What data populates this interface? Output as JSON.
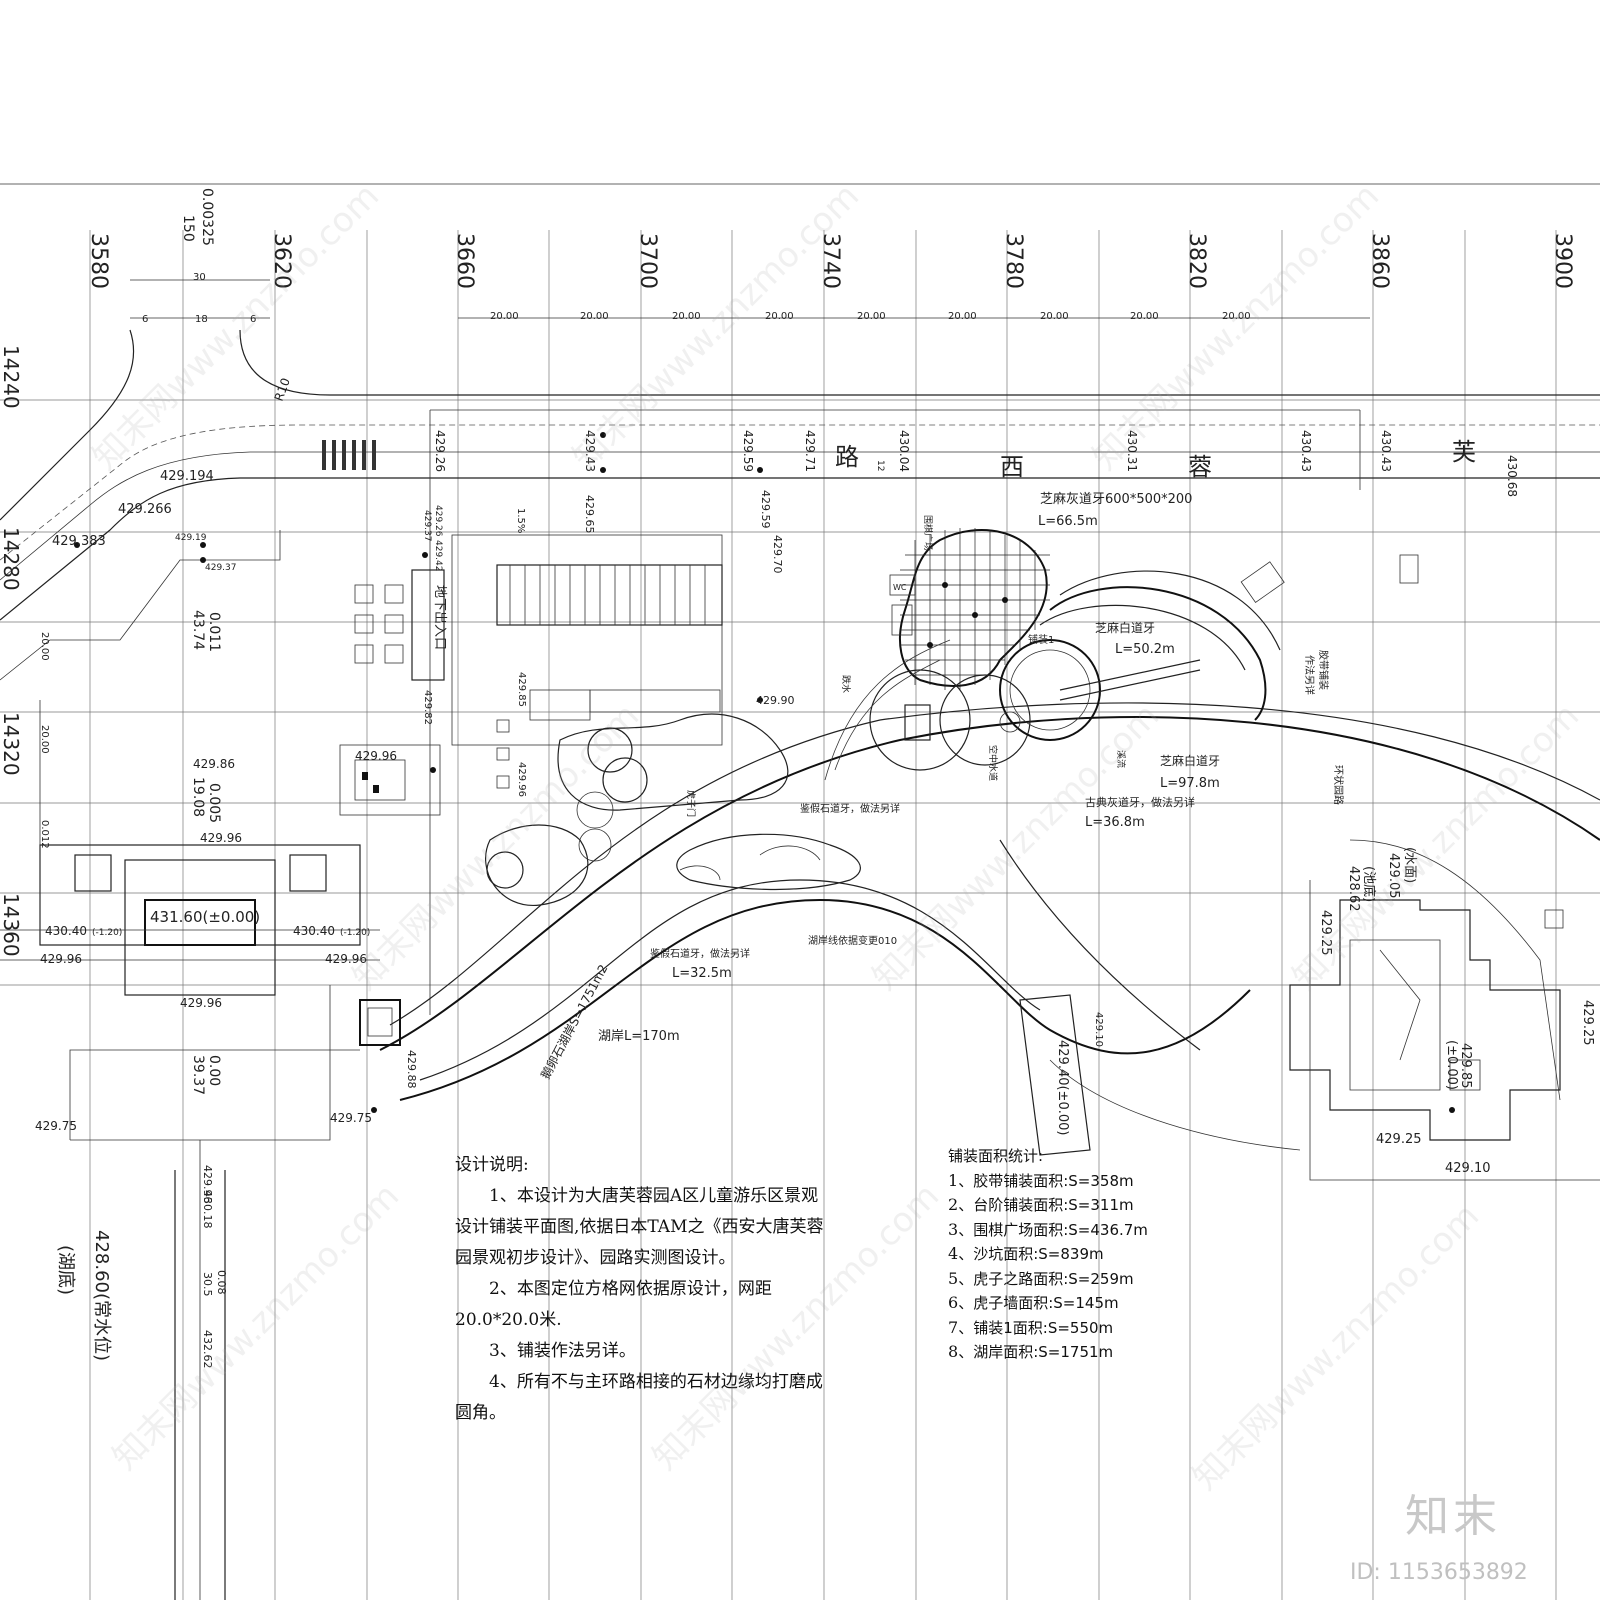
{
  "grid": {
    "x_labels": [
      "3580",
      "3620",
      "3660",
      "3700",
      "3740",
      "3780",
      "3820",
      "3860",
      "3900"
    ],
    "y_labels": [
      "14240",
      "14280",
      "14320",
      "14360"
    ],
    "spacing_label": "20.00",
    "top_dims": [
      "0.00325",
      "150",
      "30",
      "6",
      "18",
      "6"
    ]
  },
  "road": {
    "name_chars": [
      "路",
      "西",
      "蓉",
      "芙"
    ],
    "radius_label": "R10",
    "elevations": [
      "429.194",
      "429.266",
      "429.383",
      "429.26",
      "429.43",
      "429.59",
      "429.71",
      "430.04",
      "430.31",
      "430.43",
      "430.43",
      "430.68"
    ],
    "small_labels": [
      "429.19",
      "429.37",
      "429.26",
      "429.37",
      "429.42",
      "429.65",
      "429.59",
      "429.70",
      "1.5%",
      "12"
    ]
  },
  "side_dims": [
    "0.011",
    "43.74",
    "20.00",
    "20.00",
    "0.005",
    "19.08",
    "0.00",
    "39.37",
    "0.012"
  ],
  "parking": {
    "entrance_label": "地下出入口",
    "elevations": [
      "429.85",
      "429.82",
      "429.90",
      "429.96"
    ]
  },
  "plaza": {
    "center_label": "431.60(±0.00)",
    "elevations": [
      "429.96",
      "429.96",
      "429.96",
      "429.96",
      "429.96",
      "429.86",
      "429.75",
      "429.75"
    ],
    "side_left": "430.40",
    "side_left_rel": "(-1.20)",
    "side_right": "430.40",
    "side_right_rel": "(-1.20)"
  },
  "south_path": {
    "elevations": [
      "429.96",
      "430.18",
      "432.62"
    ],
    "dims": [
      "0.08",
      "30.5"
    ],
    "water_level": "428.60(常水位)",
    "lake_bottom": "(湖底)",
    "gate_elev": "429.88"
  },
  "annotations": [
    {
      "text": "芝麻灰道牙600*500*200"
    },
    {
      "text": "L=66.5m"
    },
    {
      "text": "芝麻白道牙"
    },
    {
      "text": "L=50.2m"
    },
    {
      "text": "芝麻白道牙"
    },
    {
      "text": "L=97.8m"
    },
    {
      "text": "古典灰道牙，做法另详"
    },
    {
      "text": "L=36.8m"
    },
    {
      "text": "鉴假石道牙，做法另详"
    },
    {
      "text": "鉴假石道牙，做法另详"
    },
    {
      "text": "L=32.5m"
    },
    {
      "text": "湖岸线依据变更010"
    },
    {
      "text": "鹅卵石湖岸S=1751m2"
    },
    {
      "text": "湖岸L=170m"
    },
    {
      "text": "胶带铺装"
    },
    {
      "text": "作法另详"
    },
    {
      "text": "铺装1"
    },
    {
      "text": "环状园路"
    },
    {
      "text": "围棋广场"
    },
    {
      "text": "WC"
    },
    {
      "text": "虎子门"
    },
    {
      "text": "空中水道"
    },
    {
      "text": "溪流"
    },
    {
      "text": "跌水"
    }
  ],
  "right_building": {
    "water_surface": "(水面)",
    "water_elev": "429.05",
    "pool_bottom": "(池底)",
    "pool_elev": "428.62",
    "elev_a": "429.25",
    "elev_b": "429.85",
    "elev_b_rel": "(±0.00)",
    "elev_c": "429.25",
    "elev_d": "429.10",
    "elev_e": "429.10",
    "edge": "429.25"
  },
  "bridge": {
    "label": "429.40(±0.00)"
  },
  "notes": {
    "title": "设计说明:",
    "items": [
      "1、本设计为大唐芙蓉园A区儿童游乐区景观设计铺装平面图,依据日本TAM之《西安大唐芙蓉园景观初步设计》、园路实测图设计。",
      "2、本图定位方格网依据原设计，网距20.0*20.0米.",
      "3、铺装作法另详。",
      "4、所有不与主环路相接的石材边缘均打磨成圆角。"
    ]
  },
  "stats": {
    "title": "铺装面积统计:",
    "rows": [
      {
        "idx": "1",
        "label": "胶带铺装面积:",
        "value": "S=358m"
      },
      {
        "idx": "2",
        "label": "台阶铺装面积:",
        "value": "S=311m"
      },
      {
        "idx": "3",
        "label": "围棋广场面积:",
        "value": "S=436.7m"
      },
      {
        "idx": "4",
        "label": "沙坑面积:",
        "value": "S=839m"
      },
      {
        "idx": "5",
        "label": "虎子之路面积:",
        "value": "S=259m"
      },
      {
        "idx": "6",
        "label": "虎子墙面积:",
        "value": "S=145m"
      },
      {
        "idx": "7",
        "label": "铺装1面积:",
        "value": "S=550m"
      },
      {
        "idx": "8",
        "label": "湖岸面积:",
        "value": "S=1751m"
      }
    ]
  },
  "brand": "知末",
  "image_id": "ID: 1153653892",
  "watermark": "知末网www.znzmo.com"
}
